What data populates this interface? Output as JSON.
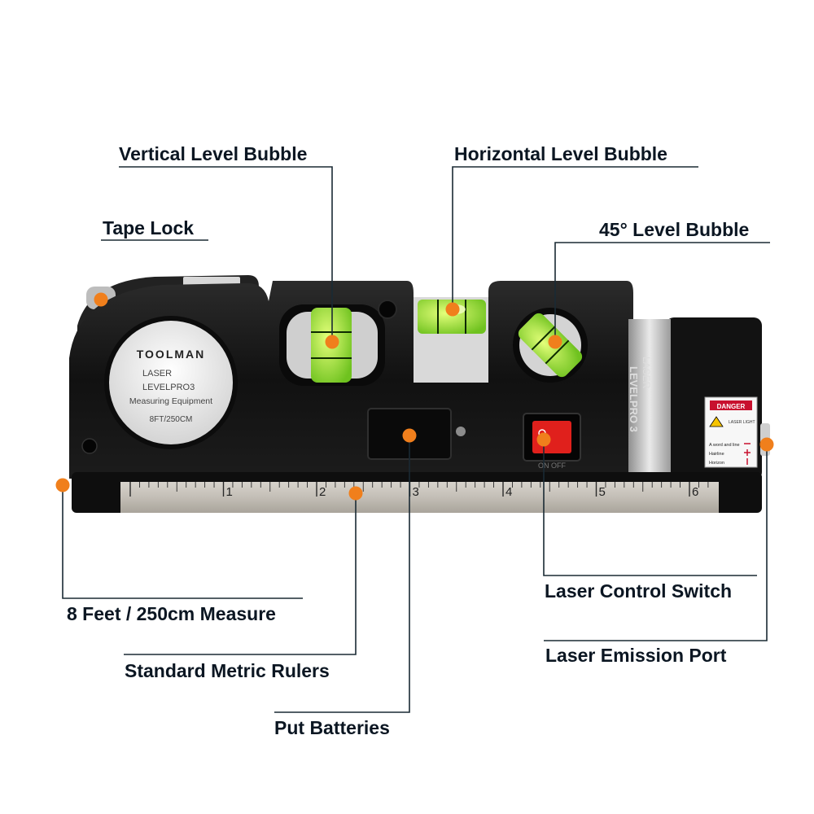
{
  "callouts": {
    "vertical_bubble": "Vertical Level Bubble",
    "horizontal_bubble": "Horizontal Level Bubble",
    "tape_lock": "Tape Lock",
    "bubble_45": "45° Level Bubble",
    "measure": "8 Feet / 250cm Measure",
    "metric_rulers": "Standard Metric Rulers",
    "batteries": "Put Batteries",
    "laser_switch": "Laser Control Switch",
    "emission_port": "Laser Emission Port"
  },
  "device": {
    "brand": "TOOLMAN",
    "line1": "LASER",
    "line2": "LEVELPRO3",
    "line3": "Measuring Equipment",
    "line4": "8FT/250CM",
    "side_label_1": "LASER",
    "side_label_2": "LEVELPRO 3",
    "switch_text": "ON OFF",
    "danger": "DANGER",
    "warning_line": "LASER LIGHT",
    "legend_1": "A word and line",
    "legend_2": "Hairline",
    "legend_3": "Horizon"
  },
  "ruler": {
    "labels": [
      "1",
      "2",
      "3",
      "4",
      "5",
      "6"
    ]
  },
  "colors": {
    "marker": "#f07f1c",
    "body": "#141414",
    "bubble": "#9fe33a",
    "callout_text": "#0b1622",
    "leader_line": "#1a2a34"
  }
}
